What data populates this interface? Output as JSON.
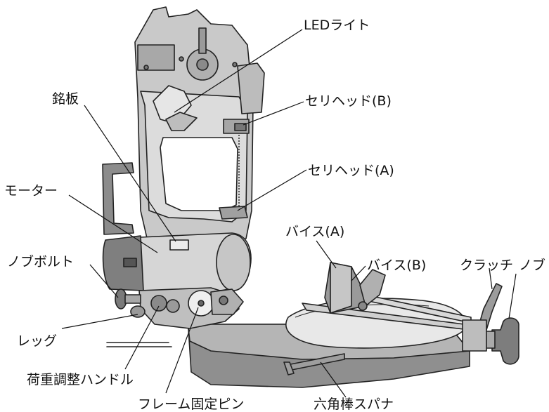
{
  "diagram": {
    "labels": {
      "led_light": "LEDライト",
      "nameplate": "銘板",
      "blade_guide_b": "セリヘッド(B)",
      "blade_guide_a": "セリヘッド(A)",
      "motor": "モーター",
      "vise_a": "バイス(A)",
      "vise_b": "バイス(B)",
      "clutch": "クラッチ",
      "knob": "ノブ",
      "knob_bolt": "ノブボルト",
      "leg": "レッグ",
      "load_adjust_handle": "荷重調整ハンドル",
      "frame_fixing_pin": "フレーム固定ピン",
      "hex_wrench": "六角棒スパナ"
    }
  }
}
